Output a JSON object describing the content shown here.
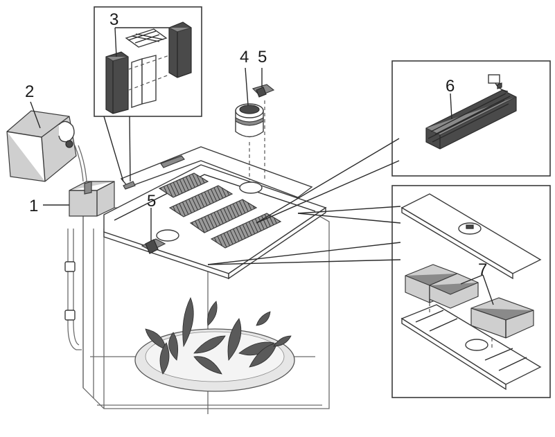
{
  "labels": {
    "l1": "1",
    "l2": "2",
    "l3": "3",
    "l4": "4",
    "l5a": "5",
    "l5b": "5",
    "l6": "6",
    "l7": "7"
  },
  "colors": {
    "line": "#2a2a2a",
    "fill_light": "#cfcfcf",
    "fill_mid": "#8a8a8a",
    "fill_dark": "#4a4a4a",
    "background": "#ffffff"
  }
}
